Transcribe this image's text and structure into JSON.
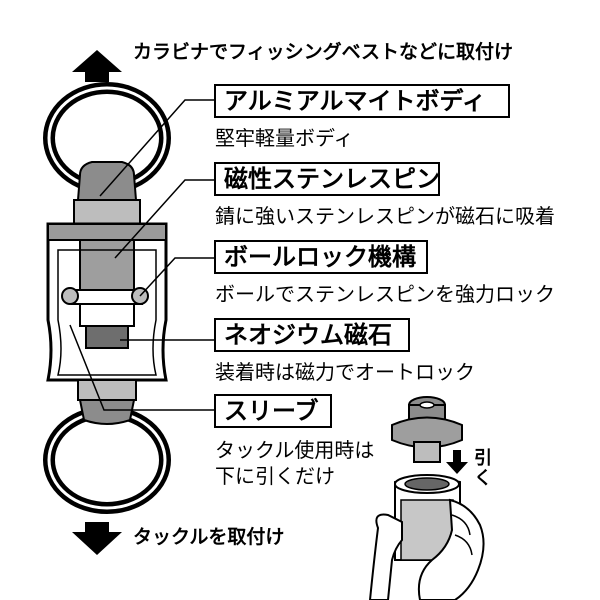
{
  "top_caption": "カラビナでフィッシングベストなどに取付け",
  "bottom_caption": "タックルを取付け",
  "features": [
    {
      "title": "アルミアルマイトボディ",
      "desc": "堅牢軽量ボディ"
    },
    {
      "title": "磁性ステンレスピン",
      "desc": "錆に強いステンレスピンが磁石に吸着"
    },
    {
      "title": "ボールロック機構",
      "desc": "ボールでステンレスピンを強力ロック"
    },
    {
      "title": "ネオジウム磁石",
      "desc": "装着時は磁力でオートロック"
    },
    {
      "title": "スリーブ",
      "desc_line1": "タックル使用時は",
      "desc_line2": "下に引くだけ"
    }
  ],
  "pull_label_1": "引",
  "pull_label_2": "く"
}
